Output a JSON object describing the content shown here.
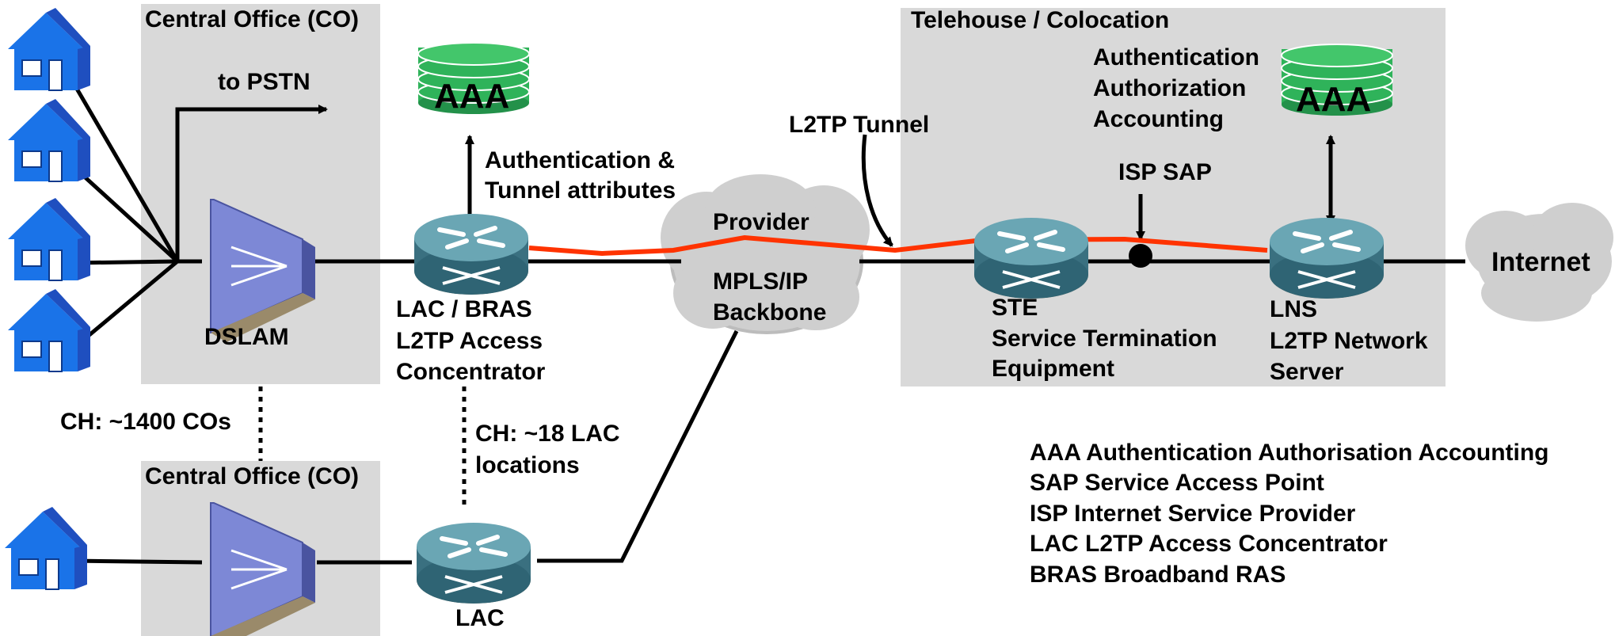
{
  "boxes": {
    "co_top": "Central Office (CO)",
    "co_bottom": "Central Office (CO)",
    "telehouse": "Telehouse / Colocation"
  },
  "labels": {
    "to_pstn": "to PSTN",
    "aaa_left": "AAA",
    "aaa_right": "AAA",
    "auth_tunnel_1": "Authentication &",
    "auth_tunnel_2": "Tunnel attributes",
    "aaa_full_1": "Authentication",
    "aaa_full_2": "Authorization",
    "aaa_full_3": "Accounting",
    "l2tp_tunnel": "L2TP Tunnel",
    "isp_sap": "ISP SAP",
    "cloud_provider_1": "Provider",
    "cloud_provider_2": "MPLS/IP",
    "cloud_provider_3": "Backbone",
    "internet": "Internet",
    "dslam": "DSLAM",
    "lac_bras_1": "LAC / BRAS",
    "lac_bras_2": "L2TP Access",
    "lac_bras_3": "Concentrator",
    "ste_1": "STE",
    "ste_2": "Service Termination",
    "ste_3": "Equipment",
    "lns_1": "LNS",
    "lns_2": "L2TP Network",
    "lns_3": "Server",
    "ch_cos": "CH: ~1400 COs",
    "ch_lac_1": "CH: ~18 LAC",
    "ch_lac_2": "locations",
    "lac_bottom": "LAC"
  },
  "legend": [
    "AAA Authentication Authorisation Accounting",
    "SAP Service Access Point",
    "ISP Internet Service Provider",
    "LAC L2TP Access Concentrator",
    "BRAS Broadband RAS"
  ],
  "colors": {
    "box_fill": "#d9d9d9",
    "tunnel": "#ff3300",
    "house": "#1a73e8",
    "house_roof": "#1f4fbf",
    "dslam": "#6f7bd1",
    "router": "#3f7c8c",
    "aaa_db": "#2fb35a",
    "cloud": "#cfcfcf"
  }
}
